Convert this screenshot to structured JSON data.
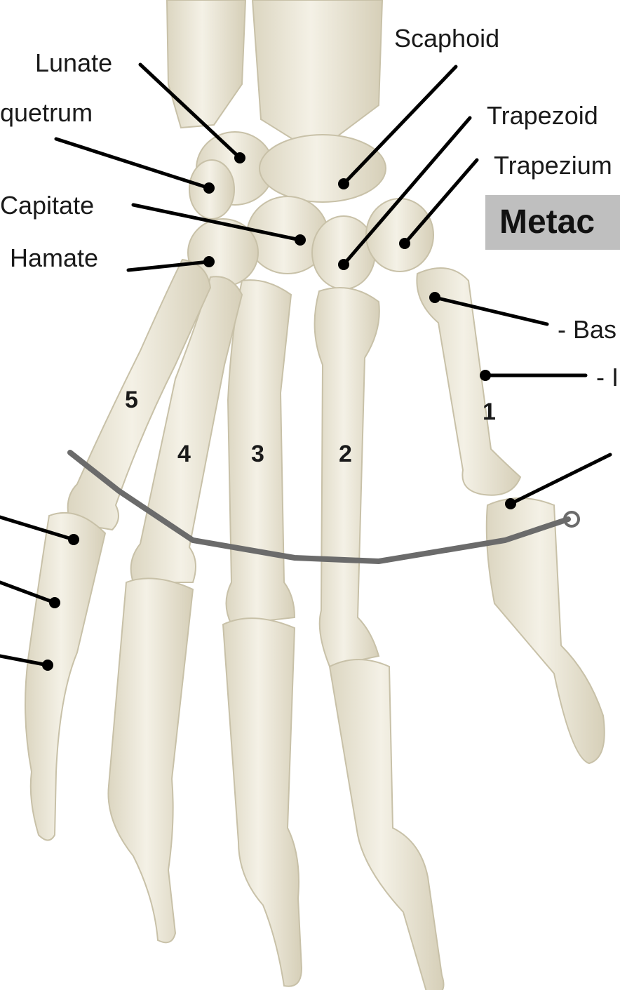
{
  "labels": {
    "lunate": "Lunate",
    "triquetrum": "quetrum",
    "capitate": "Capitate",
    "hamate": "Hamate",
    "scaphoid": "Scaphoid",
    "trapezoid": "Trapezoid",
    "trapezium": "Trapezium",
    "base": "- Bas",
    "shaft": "- I"
  },
  "banner": "Metac",
  "numbers": {
    "m1": "1",
    "m2": "2",
    "m3": "3",
    "m4": "4",
    "m5": "5"
  },
  "colors": {
    "bone": "#eeebdc",
    "bone_shade": "#d9d3bd",
    "rod": "#6b6b6b",
    "leader": "#000000",
    "banner": "#bfbfbf"
  }
}
